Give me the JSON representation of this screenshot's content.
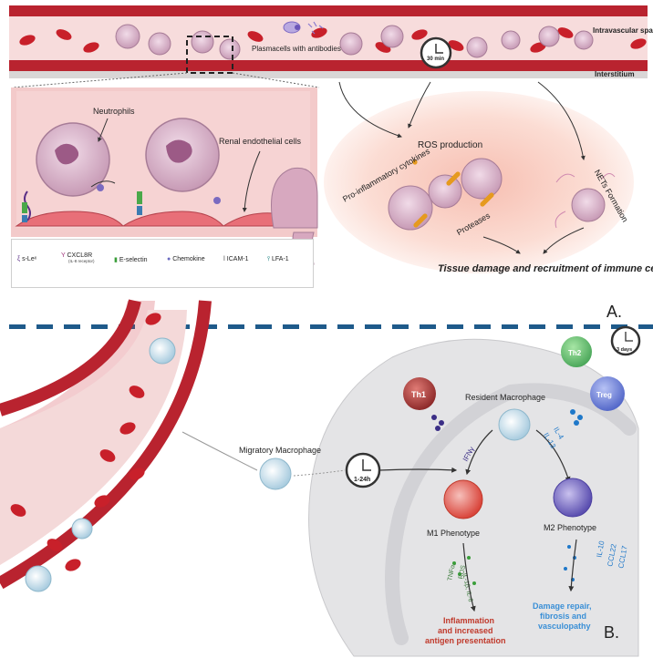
{
  "panel_a": {
    "vessel": {
      "intravascular": "Intravascular space",
      "interstitium": "Interstitium",
      "plasmacells": "Plasmacells with antibodies",
      "timer": "30 min"
    },
    "inset": {
      "neutrophils": "Neutrophils",
      "renal": "Renal endothelial cells"
    },
    "legend": [
      {
        "label": "s-Leˣ",
        "sub": "",
        "icon": "s-lex-icon"
      },
      {
        "label": "CXCL8R",
        "sub": "(IL-8 receptor)",
        "icon": "cxcl8r-icon"
      },
      {
        "label": "E-selectin",
        "sub": "",
        "icon": "e-selectin-icon"
      },
      {
        "label": "Chemokine",
        "sub": "",
        "icon": "chemokine-icon"
      },
      {
        "label": "ICAM-1",
        "sub": "",
        "icon": "icam1-icon"
      },
      {
        "label": "LFA-1",
        "sub": "",
        "icon": "lfa1-icon"
      }
    ],
    "damage": {
      "ros": "ROS production",
      "cytokines": "Pro-inflammatory cytokines",
      "proteases": "Proteases",
      "nets": "NETs Formation",
      "tissue": "Tissue damage and recruitment of immune cells"
    },
    "tag": "A."
  },
  "panel_b": {
    "migratory": "Migratory Macrophage",
    "resident": "Resident Macrophage",
    "th1": "Th1",
    "th2": "Th2",
    "treg": "Treg",
    "timer_days": "3 days",
    "timer_hours": "1-24h",
    "ifng": "IFNγ",
    "il4": "IL-4",
    "il13": "IL-13",
    "m1": "M1 Phenotype",
    "m2": "M2 Phenotype",
    "m1_cytokines": [
      "TNFα,",
      "ROS",
      "IL-1β, IL-6"
    ],
    "m2_cytokines": [
      "IL-10",
      "CCL22",
      "CCL17"
    ],
    "m1_outcome": [
      "Inflammation",
      "and increased",
      "antigen presentation"
    ],
    "m2_outcome": [
      "Damage repair,",
      "fibrosis and",
      "vasculopathy"
    ],
    "tag": "B."
  },
  "colors": {
    "vessel_red": "#b9232f",
    "rbc": "#c8202a",
    "dash": "#1e5a8a",
    "m1_text": "#c0392b",
    "m2_text": "#3a8fd6",
    "kidney": "#e4e4e6"
  }
}
